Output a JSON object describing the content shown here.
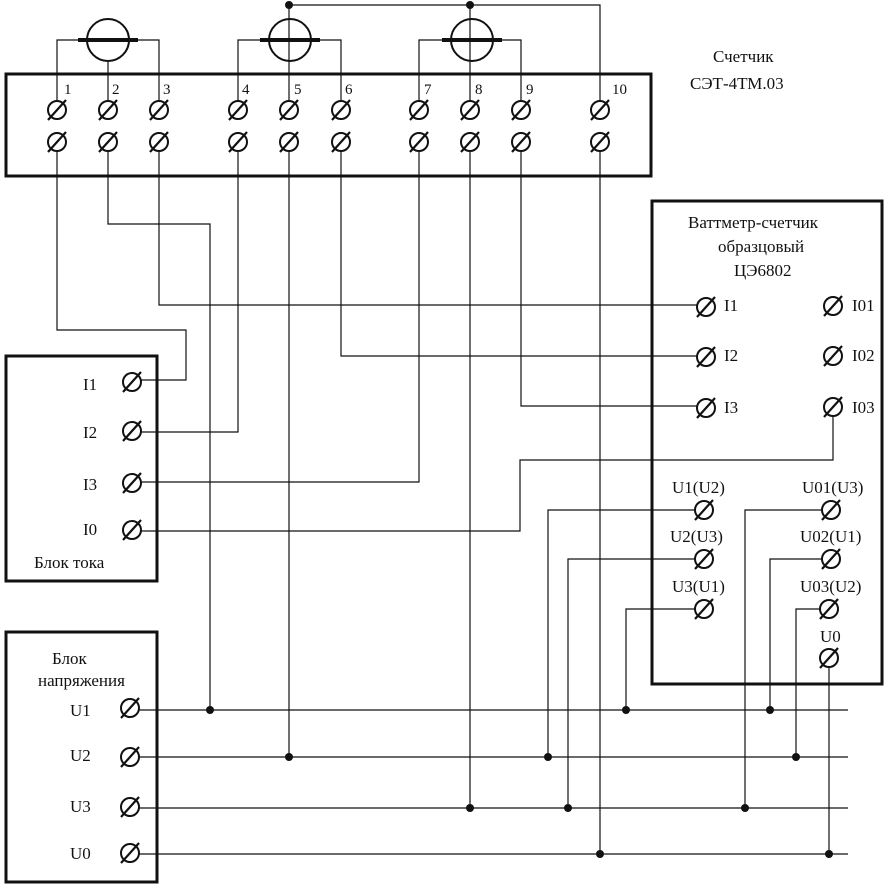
{
  "meter": {
    "title_line1": "Счетчик",
    "title_line2": "СЭТ-4ТМ.03",
    "terminals": [
      "1",
      "2",
      "3",
      "4",
      "5",
      "6",
      "7",
      "8",
      "9",
      "10"
    ]
  },
  "wattmeter": {
    "title_line1": "Ваттметр-счетчик",
    "title_line2": "образцовый",
    "title_line3": "ЦЭ6802",
    "current_inputs": [
      "I1",
      "I2",
      "I3"
    ],
    "current_outputs": [
      "I01",
      "I02",
      "I03"
    ],
    "voltage_left": [
      "U1(U2)",
      "U2(U3)",
      "U3(U1)"
    ],
    "voltage_right": [
      "U01(U3)",
      "U02(U1)",
      "U03(U2)"
    ],
    "neutral": "U0"
  },
  "current_block": {
    "title": "Блок тока",
    "terminals": [
      "I1",
      "I2",
      "I3",
      "I0"
    ]
  },
  "voltage_block": {
    "title_line1": "Блок",
    "title_line2": "напряжения",
    "terminals": [
      "U1",
      "U2",
      "U3",
      "U0"
    ]
  }
}
